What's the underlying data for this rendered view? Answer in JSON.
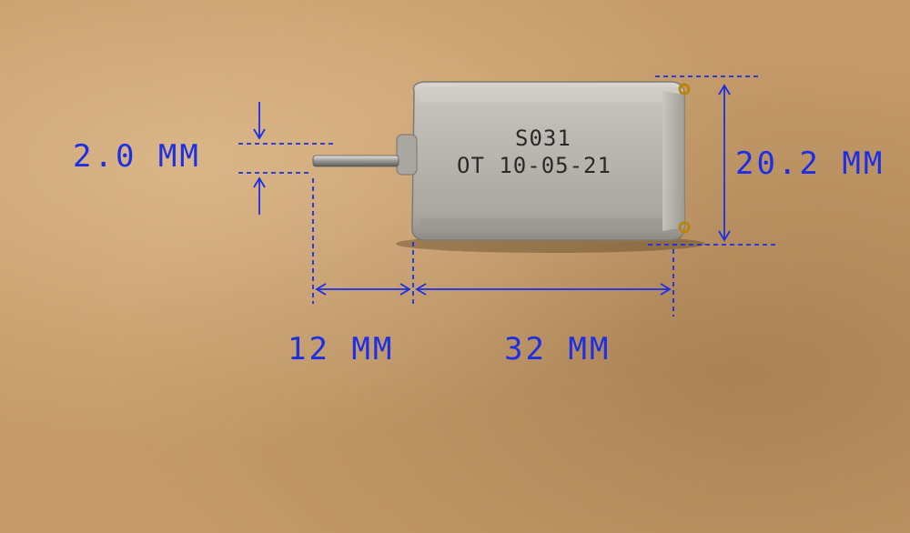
{
  "photo": {
    "background_color": "#c49a69",
    "annotation_color": "#1c2ee6"
  },
  "motor": {
    "marking_line1": "S031",
    "marking_line2": "OT 10-05-21"
  },
  "dimensions": {
    "shaft_diameter": "2.0 MM",
    "body_height": "20.2 MM",
    "shaft_length": "12 MM",
    "body_length": "32 MM"
  }
}
